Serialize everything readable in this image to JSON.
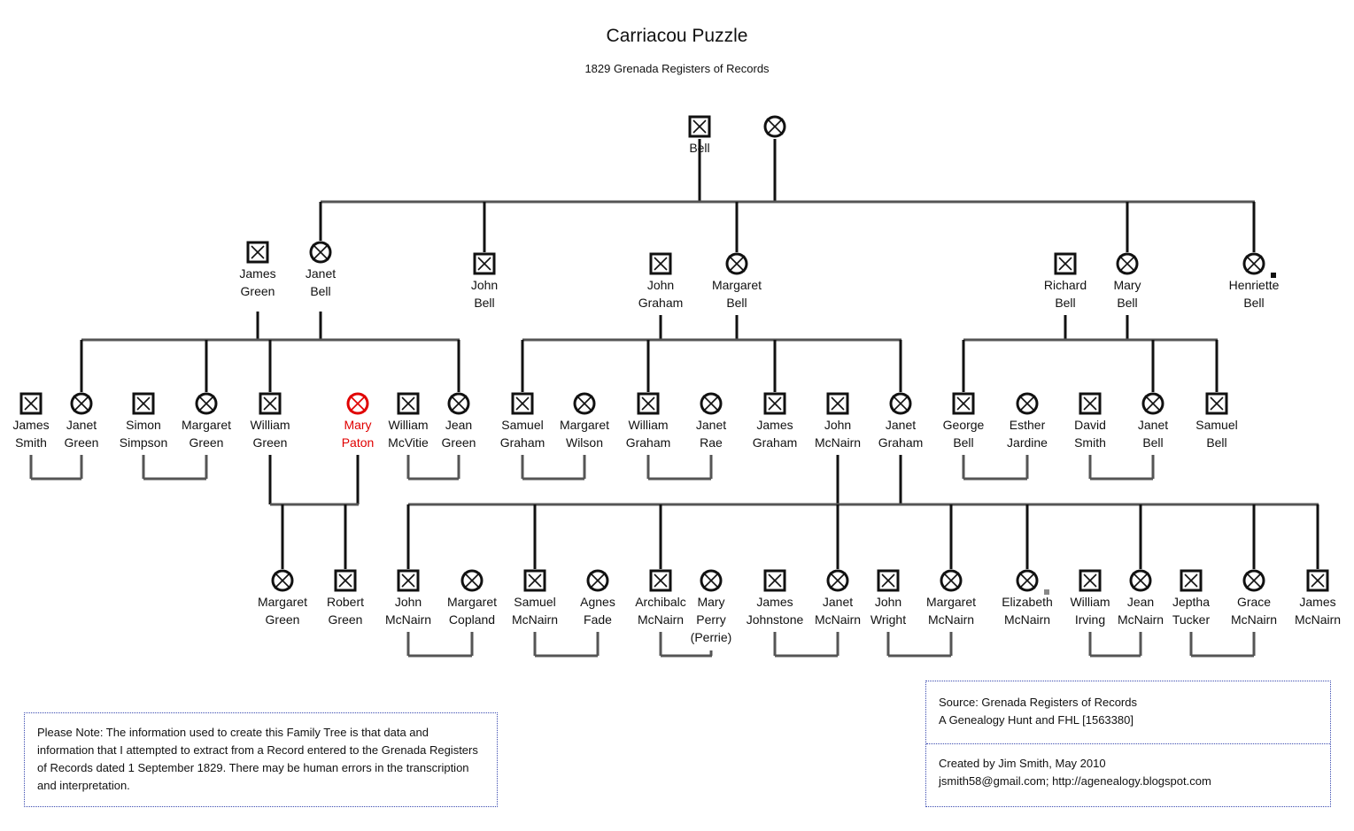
{
  "title": "Carriacou Puzzle",
  "subtitle": "1829 Grenada Registers of Records",
  "people": {
    "bell_sr": {
      "line1": "Bell",
      "line2": "",
      "sex": "male"
    },
    "bell_sr_wife": {
      "line1": "",
      "line2": "",
      "sex": "female"
    },
    "james_green": {
      "line1": "James",
      "line2": "Green",
      "sex": "male"
    },
    "janet_bell": {
      "line1": "Janet",
      "line2": "Bell",
      "sex": "female"
    },
    "john_bell": {
      "line1": "John",
      "line2": "Bell",
      "sex": "male"
    },
    "john_graham": {
      "line1": "John",
      "line2": "Graham",
      "sex": "male"
    },
    "margaret_bell": {
      "line1": "Margaret",
      "line2": "Bell",
      "sex": "female"
    },
    "richard_bell": {
      "line1": "Richard",
      "line2": "Bell",
      "sex": "male"
    },
    "mary_bell": {
      "line1": "Mary",
      "line2": "Bell",
      "sex": "female"
    },
    "henriette_bell": {
      "line1": "Henriette",
      "line2": "Bell",
      "sex": "female"
    },
    "james_smith": {
      "line1": "James",
      "line2": "Smith",
      "sex": "male"
    },
    "janet_green": {
      "line1": "Janet",
      "line2": "Green",
      "sex": "female"
    },
    "simon_simpson": {
      "line1": "Simon",
      "line2": "Simpson",
      "sex": "male"
    },
    "margaret_green": {
      "line1": "Margaret",
      "line2": "Green",
      "sex": "female"
    },
    "william_green": {
      "line1": "William",
      "line2": "Green",
      "sex": "male"
    },
    "mary_paton": {
      "line1": "Mary",
      "line2": "Paton",
      "sex": "female",
      "highlight": "#e00000"
    },
    "william_mcvitie": {
      "line1": "William",
      "line2": "McVitie",
      "sex": "male"
    },
    "jean_green": {
      "line1": "Jean",
      "line2": "Green",
      "sex": "female"
    },
    "samuel_graham": {
      "line1": "Samuel",
      "line2": "Graham",
      "sex": "male"
    },
    "margaret_wilson": {
      "line1": "Margaret",
      "line2": "Wilson",
      "sex": "female"
    },
    "william_graham": {
      "line1": "William",
      "line2": "Graham",
      "sex": "male"
    },
    "janet_rae": {
      "line1": "Janet",
      "line2": "Rae",
      "sex": "female"
    },
    "james_graham": {
      "line1": "James",
      "line2": "Graham",
      "sex": "male"
    },
    "john_mcnairn_sr": {
      "line1": "John",
      "line2": "McNairn",
      "sex": "male"
    },
    "janet_graham": {
      "line1": "Janet",
      "line2": "Graham",
      "sex": "female"
    },
    "george_bell": {
      "line1": "George",
      "line2": "Bell",
      "sex": "male"
    },
    "esther_jardine": {
      "line1": "Esther",
      "line2": "Jardine",
      "sex": "female"
    },
    "david_smith": {
      "line1": "David",
      "line2": "Smith",
      "sex": "male"
    },
    "janet_bell2": {
      "line1": "Janet",
      "line2": "Bell",
      "sex": "female"
    },
    "samuel_bell": {
      "line1": "Samuel",
      "line2": "Bell",
      "sex": "male"
    },
    "margaret_green2": {
      "line1": "Margaret",
      "line2": "Green",
      "sex": "female"
    },
    "robert_green": {
      "line1": "Robert",
      "line2": "Green",
      "sex": "male"
    },
    "john_mcnairn": {
      "line1": "John",
      "line2": "McNairn",
      "sex": "male"
    },
    "margaret_copland": {
      "line1": "Margaret",
      "line2": "Copland",
      "sex": "female"
    },
    "samuel_mcnairn": {
      "line1": "Samuel",
      "line2": "McNairn",
      "sex": "male"
    },
    "agnes_fade": {
      "line1": "Agnes",
      "line2": "Fade",
      "sex": "female"
    },
    "archibald_mcnairn": {
      "line1": "Archibalc",
      "line2": "McNairn",
      "sex": "male"
    },
    "mary_perry": {
      "line1": "Mary",
      "line2": "Perry",
      "line3": "(Perrie)",
      "sex": "female"
    },
    "james_johnstone": {
      "line1": "James",
      "line2": "Johnstone",
      "sex": "male"
    },
    "janet_mcnairn": {
      "line1": "Janet",
      "line2": "McNairn",
      "sex": "female"
    },
    "john_wright": {
      "line1": "John",
      "line2": "Wright",
      "sex": "male"
    },
    "margaret_mcnairn": {
      "line1": "Margaret",
      "line2": "McNairn",
      "sex": "female"
    },
    "elizabeth_mcnairn": {
      "line1": "Elizabeth",
      "line2": "McNairn",
      "sex": "female"
    },
    "william_irving": {
      "line1": "William",
      "line2": "Irving",
      "sex": "male"
    },
    "jean_mcnairn": {
      "line1": "Jean",
      "line2": "McNairn",
      "sex": "female"
    },
    "jeptha_tucker": {
      "line1": "Jeptha",
      "line2": "Tucker",
      "sex": "male"
    },
    "grace_mcnairn": {
      "line1": "Grace",
      "line2": "McNairn",
      "sex": "female"
    },
    "james_mcnairn": {
      "line1": "James",
      "line2": "McNairn",
      "sex": "male"
    }
  },
  "note": {
    "text": "Please Note:  The information used to create this Family Tree is that data and information that I attempted to extract from a Record entered to the Grenada Registers of Records dated 1 September 1829.  There may be human errors in the transcription and interpretation."
  },
  "source": {
    "line1": "Source: Grenada Registers of Records",
    "line2": "A Genealogy Hunt and FHL [1563380]",
    "line3": "Created by Jim Smith, May 2010",
    "line4": "jsmith58@gmail.com; http://agenealogy.blogspot.com"
  }
}
